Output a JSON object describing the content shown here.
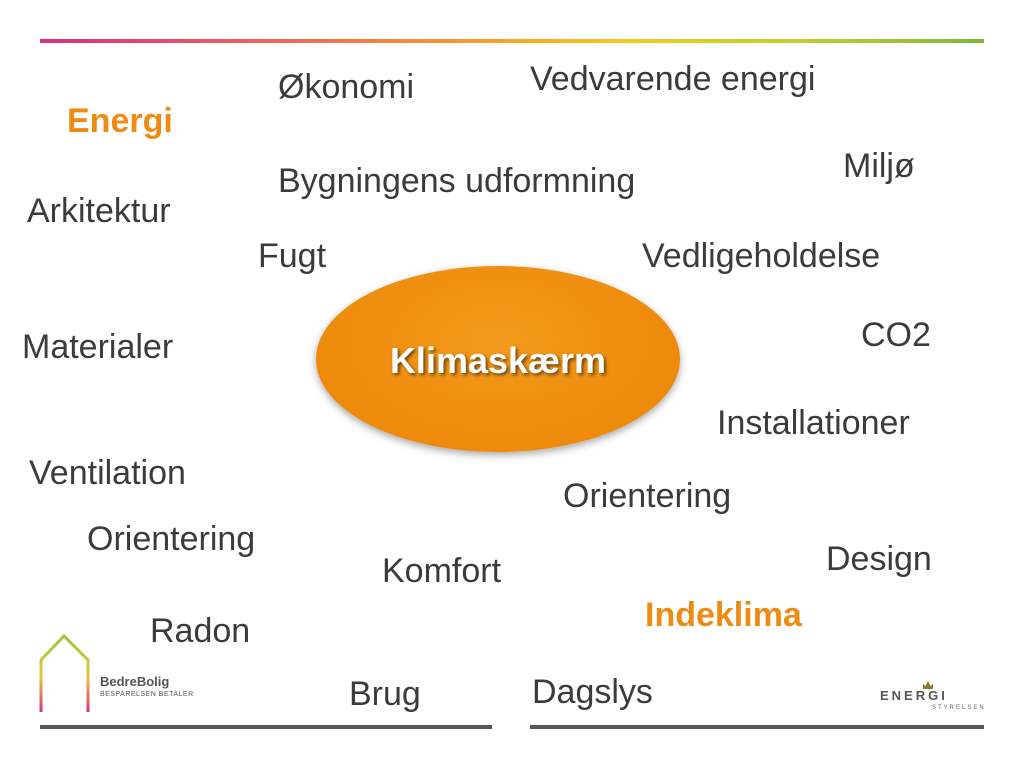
{
  "words": {
    "okonomi": "Økonomi",
    "vedvarende": "Vedvarende energi",
    "energi": "Energi",
    "miljo": "Miljø",
    "bygningens": "Bygningens udformning",
    "arkitektur": "Arkitektur",
    "fugt": "Fugt",
    "vedligeholdelse": "Vedligeholdelse",
    "materialer": "Materialer",
    "co2": "CO2",
    "installationer": "Installationer",
    "ventilation": "Ventilation",
    "orientering_right": "Orientering",
    "orientering_left": "Orientering",
    "design": "Design",
    "komfort": "Komfort",
    "indeklima": "Indeklima",
    "radon": "Radon",
    "brug": "Brug",
    "dagslys": "Dagslys"
  },
  "center": {
    "label": "Klimaskærm"
  },
  "logos": {
    "left_name": "BedreBolig",
    "left_tagline": "BESPARELSEN BETALER",
    "right_main": "ENERGI",
    "right_sub": "STYRELSEN"
  },
  "colors": {
    "accent": "#ef8a12",
    "text": "#3b3b3b",
    "ellipse": "#ee8a0c"
  }
}
